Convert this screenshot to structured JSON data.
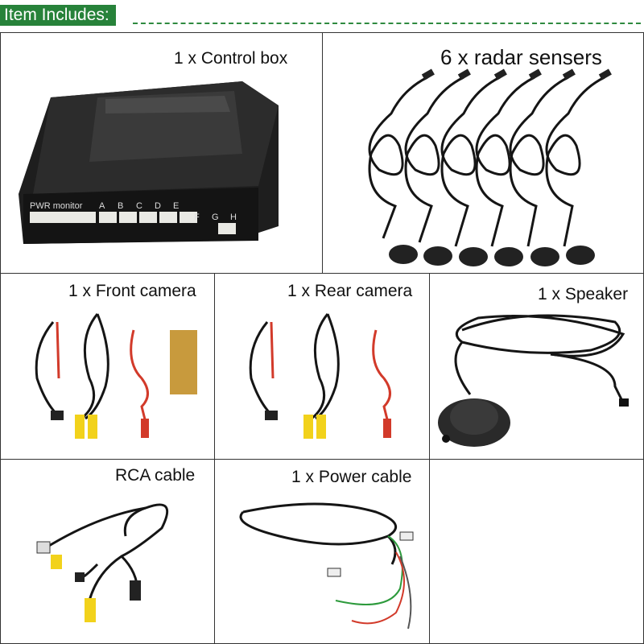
{
  "header": {
    "title": "Item Includes:"
  },
  "items": [
    {
      "label": "1 x Control box",
      "icon": "control-box-icon"
    },
    {
      "label": "6 x radar sensers",
      "icon": "radar-sensor-icon"
    },
    {
      "label": "1 x Front camera",
      "icon": "front-camera-icon"
    },
    {
      "label": "1 x Rear camera",
      "icon": "rear-camera-icon"
    },
    {
      "label": "1 x Speaker",
      "icon": "speaker-icon"
    },
    {
      "label": "RCA cable",
      "icon": "rca-cable-icon"
    },
    {
      "label": "1 x Power cable",
      "icon": "power-cable-icon"
    }
  ],
  "control_box": {
    "port_label": "PWR monitor",
    "port_letters": [
      "A",
      "B",
      "C",
      "D",
      "E",
      "F",
      "G",
      "H"
    ]
  },
  "colors": {
    "header_green": "#27823a",
    "border": "#333333",
    "device_black": "#1b1b1b",
    "rca_yellow": "#f2d21b",
    "rca_red": "#d23a2a"
  }
}
